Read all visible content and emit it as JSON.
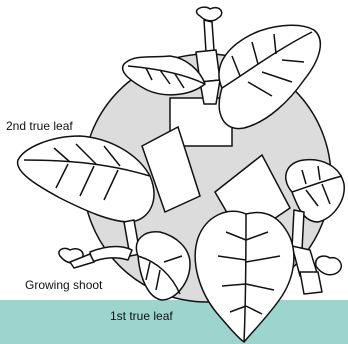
{
  "labels": {
    "second_true_leaf": "2nd true leaf",
    "growing_shoot": "Growing shoot",
    "first_true_leaf": "1st true leaf"
  },
  "colors": {
    "ground_band": "#9dd4cd",
    "circle_fill": "#dcdcdc",
    "outline": "#111111",
    "leaf_fill": "#ffffff"
  }
}
